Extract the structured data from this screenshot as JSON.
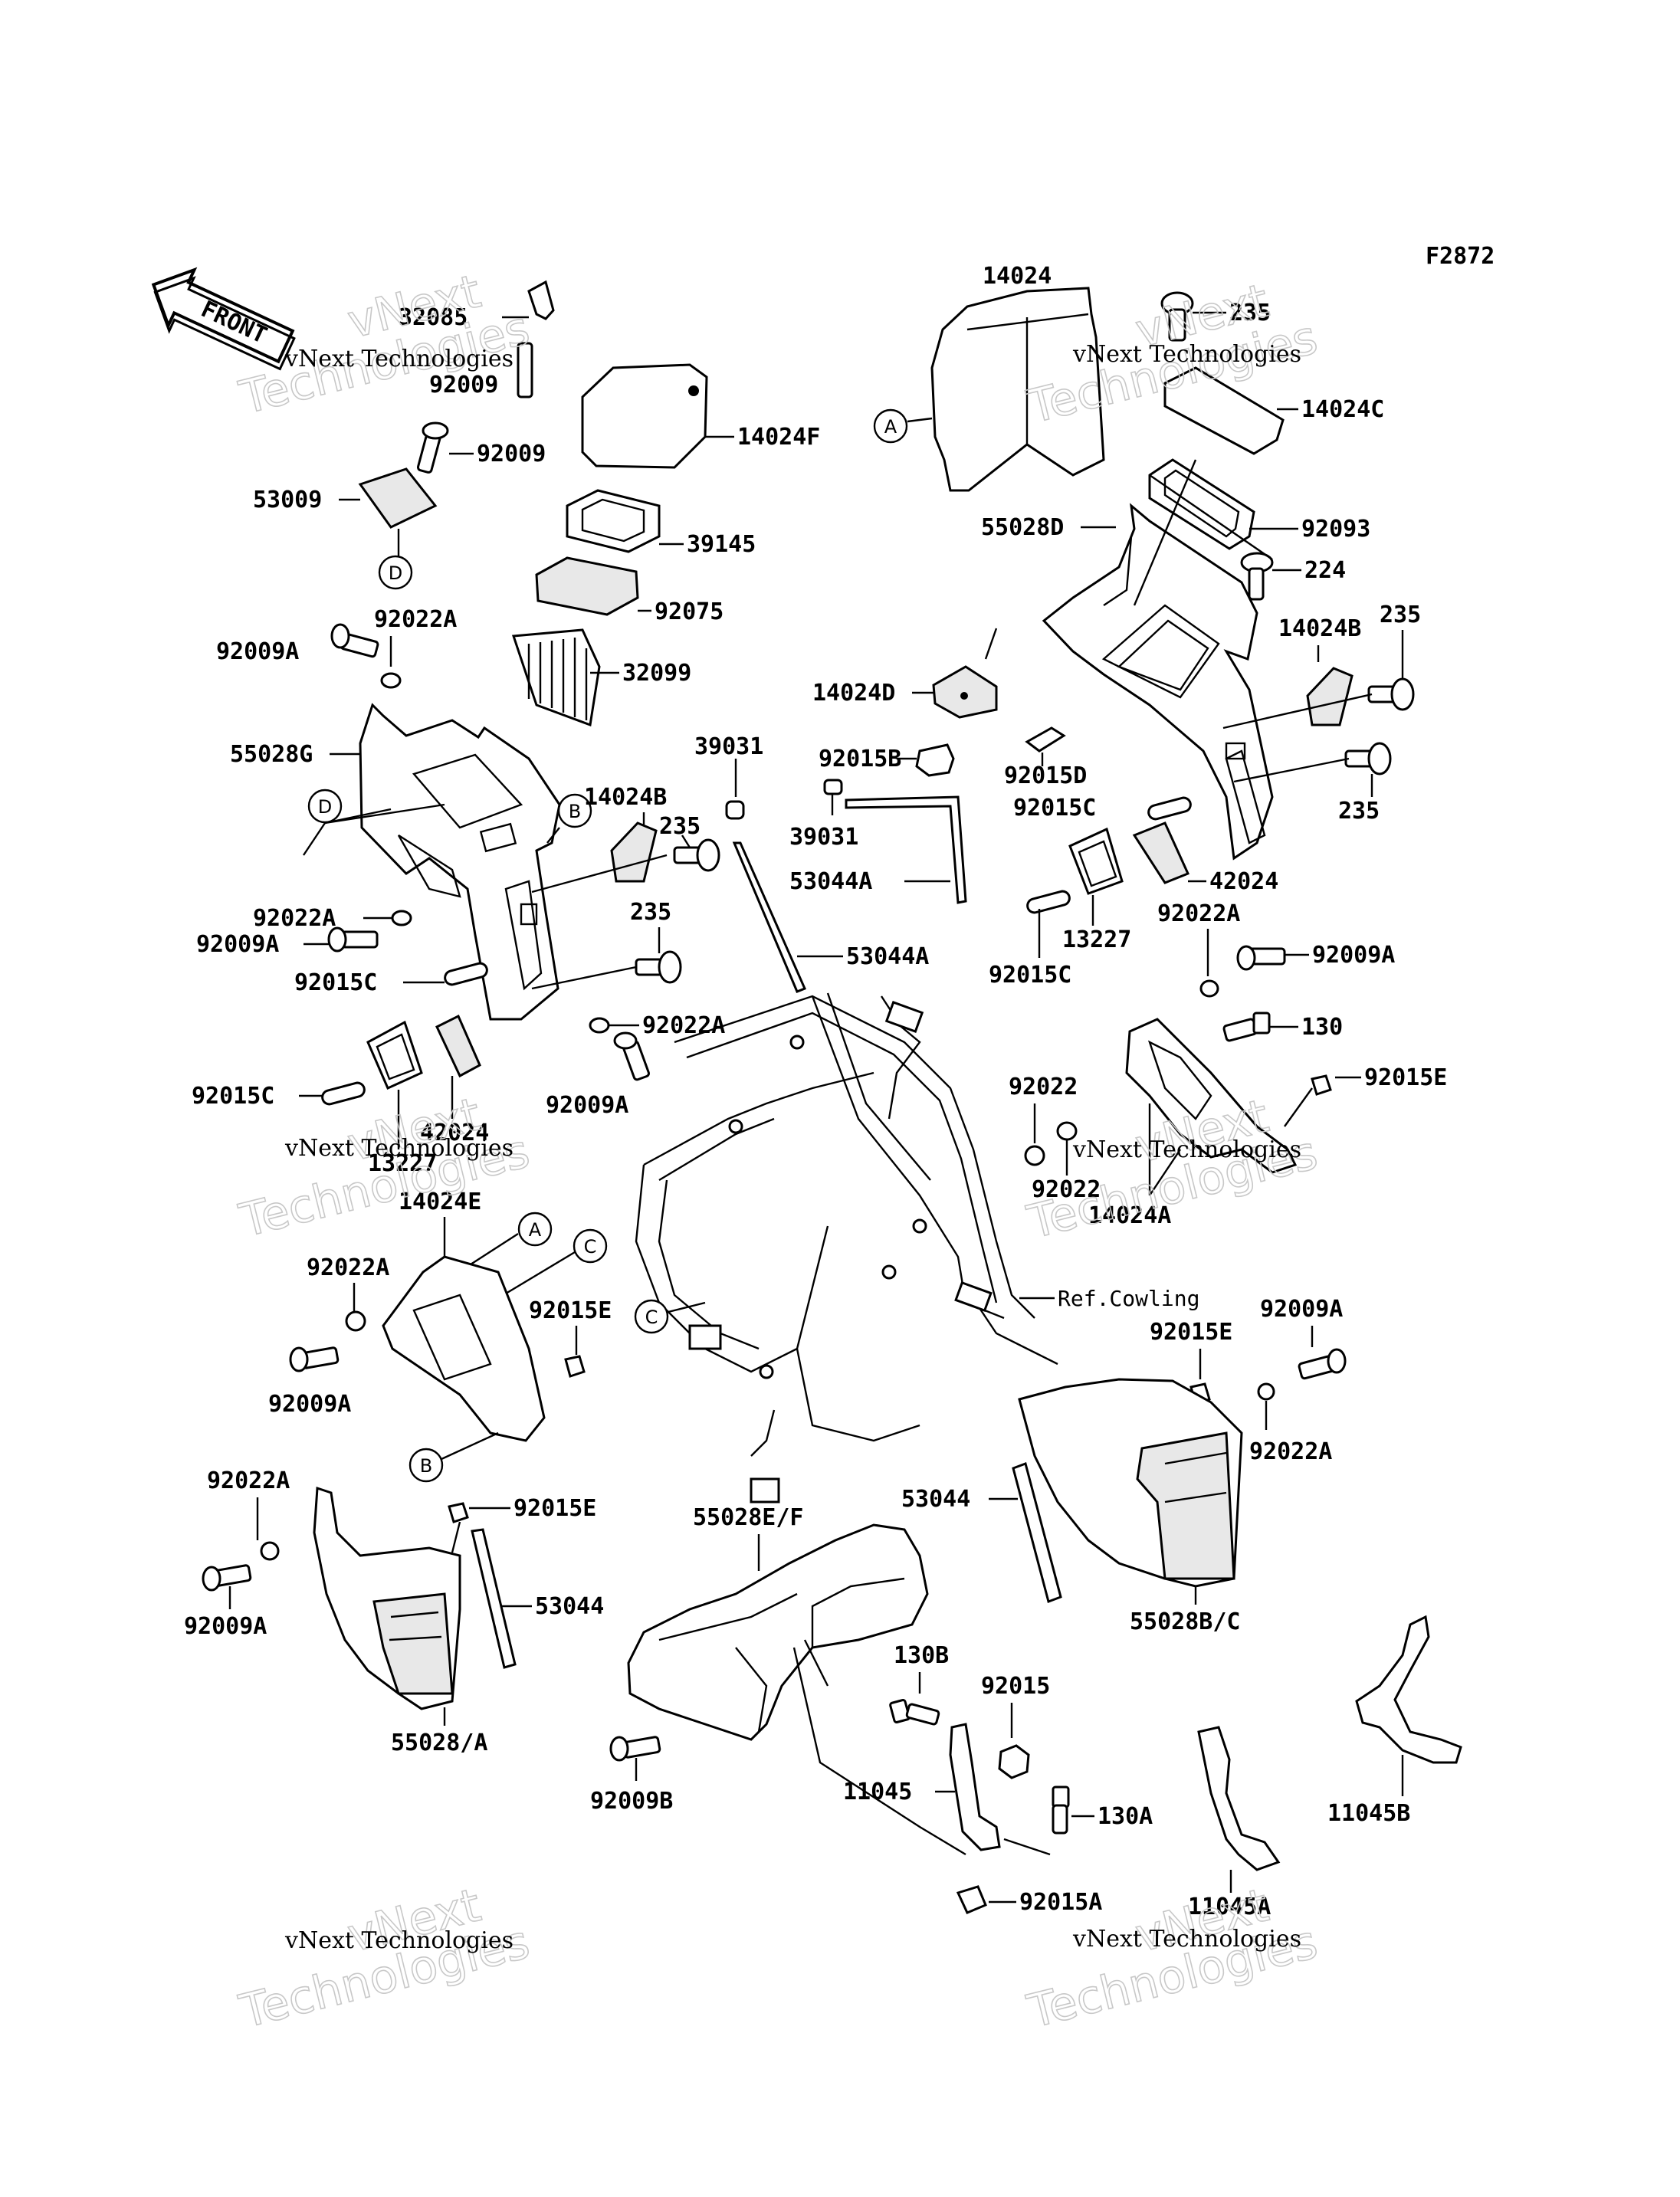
{
  "figure_code": "F2872",
  "front_badge": "FRONT",
  "ref_note": "Ref.Cowling",
  "watermark": {
    "line1": "vNext Technologies",
    "line2": "Technologies"
  },
  "parts": {
    "p14024": "14024",
    "p235_top": "235",
    "p14024C": "14024C",
    "p55028D": "55028D",
    "p92093": "92093",
    "p224": "224",
    "p14024B_r": "14024B",
    "p235_r1": "235",
    "p14024D": "14024D",
    "p92015B": "92015B",
    "p92015D": "92015D",
    "p92015C_r": "92015C",
    "p235_r2": "235",
    "p42024_r": "42024",
    "p13227_r": "13227",
    "p92015C_r2": "92015C",
    "p92022A_r": "92022A",
    "p92009A_r": "92009A",
    "p130": "130",
    "p92015E_r": "92015E",
    "p92022_a": "92022",
    "p92022_b": "92022",
    "p14024A": "14024A",
    "p32085": "32085",
    "p92009_bolt": "92009",
    "p14024F": "14024F",
    "p92009": "92009",
    "p53009": "53009",
    "p39145": "39145",
    "p92075": "92075",
    "p92009A_l": "92009A",
    "p92022A_l": "92022A",
    "p32099": "32099",
    "p55028G": "55028G",
    "p39031_a": "39031",
    "p39031_b": "39031",
    "p14024B_l": "14024B",
    "p235_l1": "235",
    "p53044A_a": "53044A",
    "p53044A_b": "53044A",
    "p92022A_l2": "92022A",
    "p92009A_l2": "92009A",
    "p92015C_l": "92015C",
    "p235_l2": "235",
    "p92022A_l3": "92022A",
    "p92009A_l3": "92009A",
    "p92015C_l2": "92015C",
    "p42024_l": "42024",
    "p13227_l": "13227",
    "p14024E": "14024E",
    "p92022A_l4": "92022A",
    "p92015E_l": "92015E",
    "p92009A_l4": "92009A",
    "p92015E_r2": "92015E",
    "p92009A_r2": "92009A",
    "p92022A_r2": "92022A",
    "p53044_r": "53044",
    "p55028BC": "55028B/C",
    "p92022A_l5": "92022A",
    "p92015E_l2": "92015E",
    "p92009A_l5": "92009A",
    "p53044_l": "53044",
    "p55028A": "55028/A",
    "p55028EF": "55028E/F",
    "p130B": "130B",
    "p92015": "92015",
    "p11045": "11045",
    "p130A": "130A",
    "p92009B": "92009B",
    "p92015A": "92015A",
    "p11045A": "11045A",
    "p11045B": "11045B"
  },
  "callouts": {
    "A": "A",
    "B": "B",
    "C": "C",
    "D": "D"
  }
}
